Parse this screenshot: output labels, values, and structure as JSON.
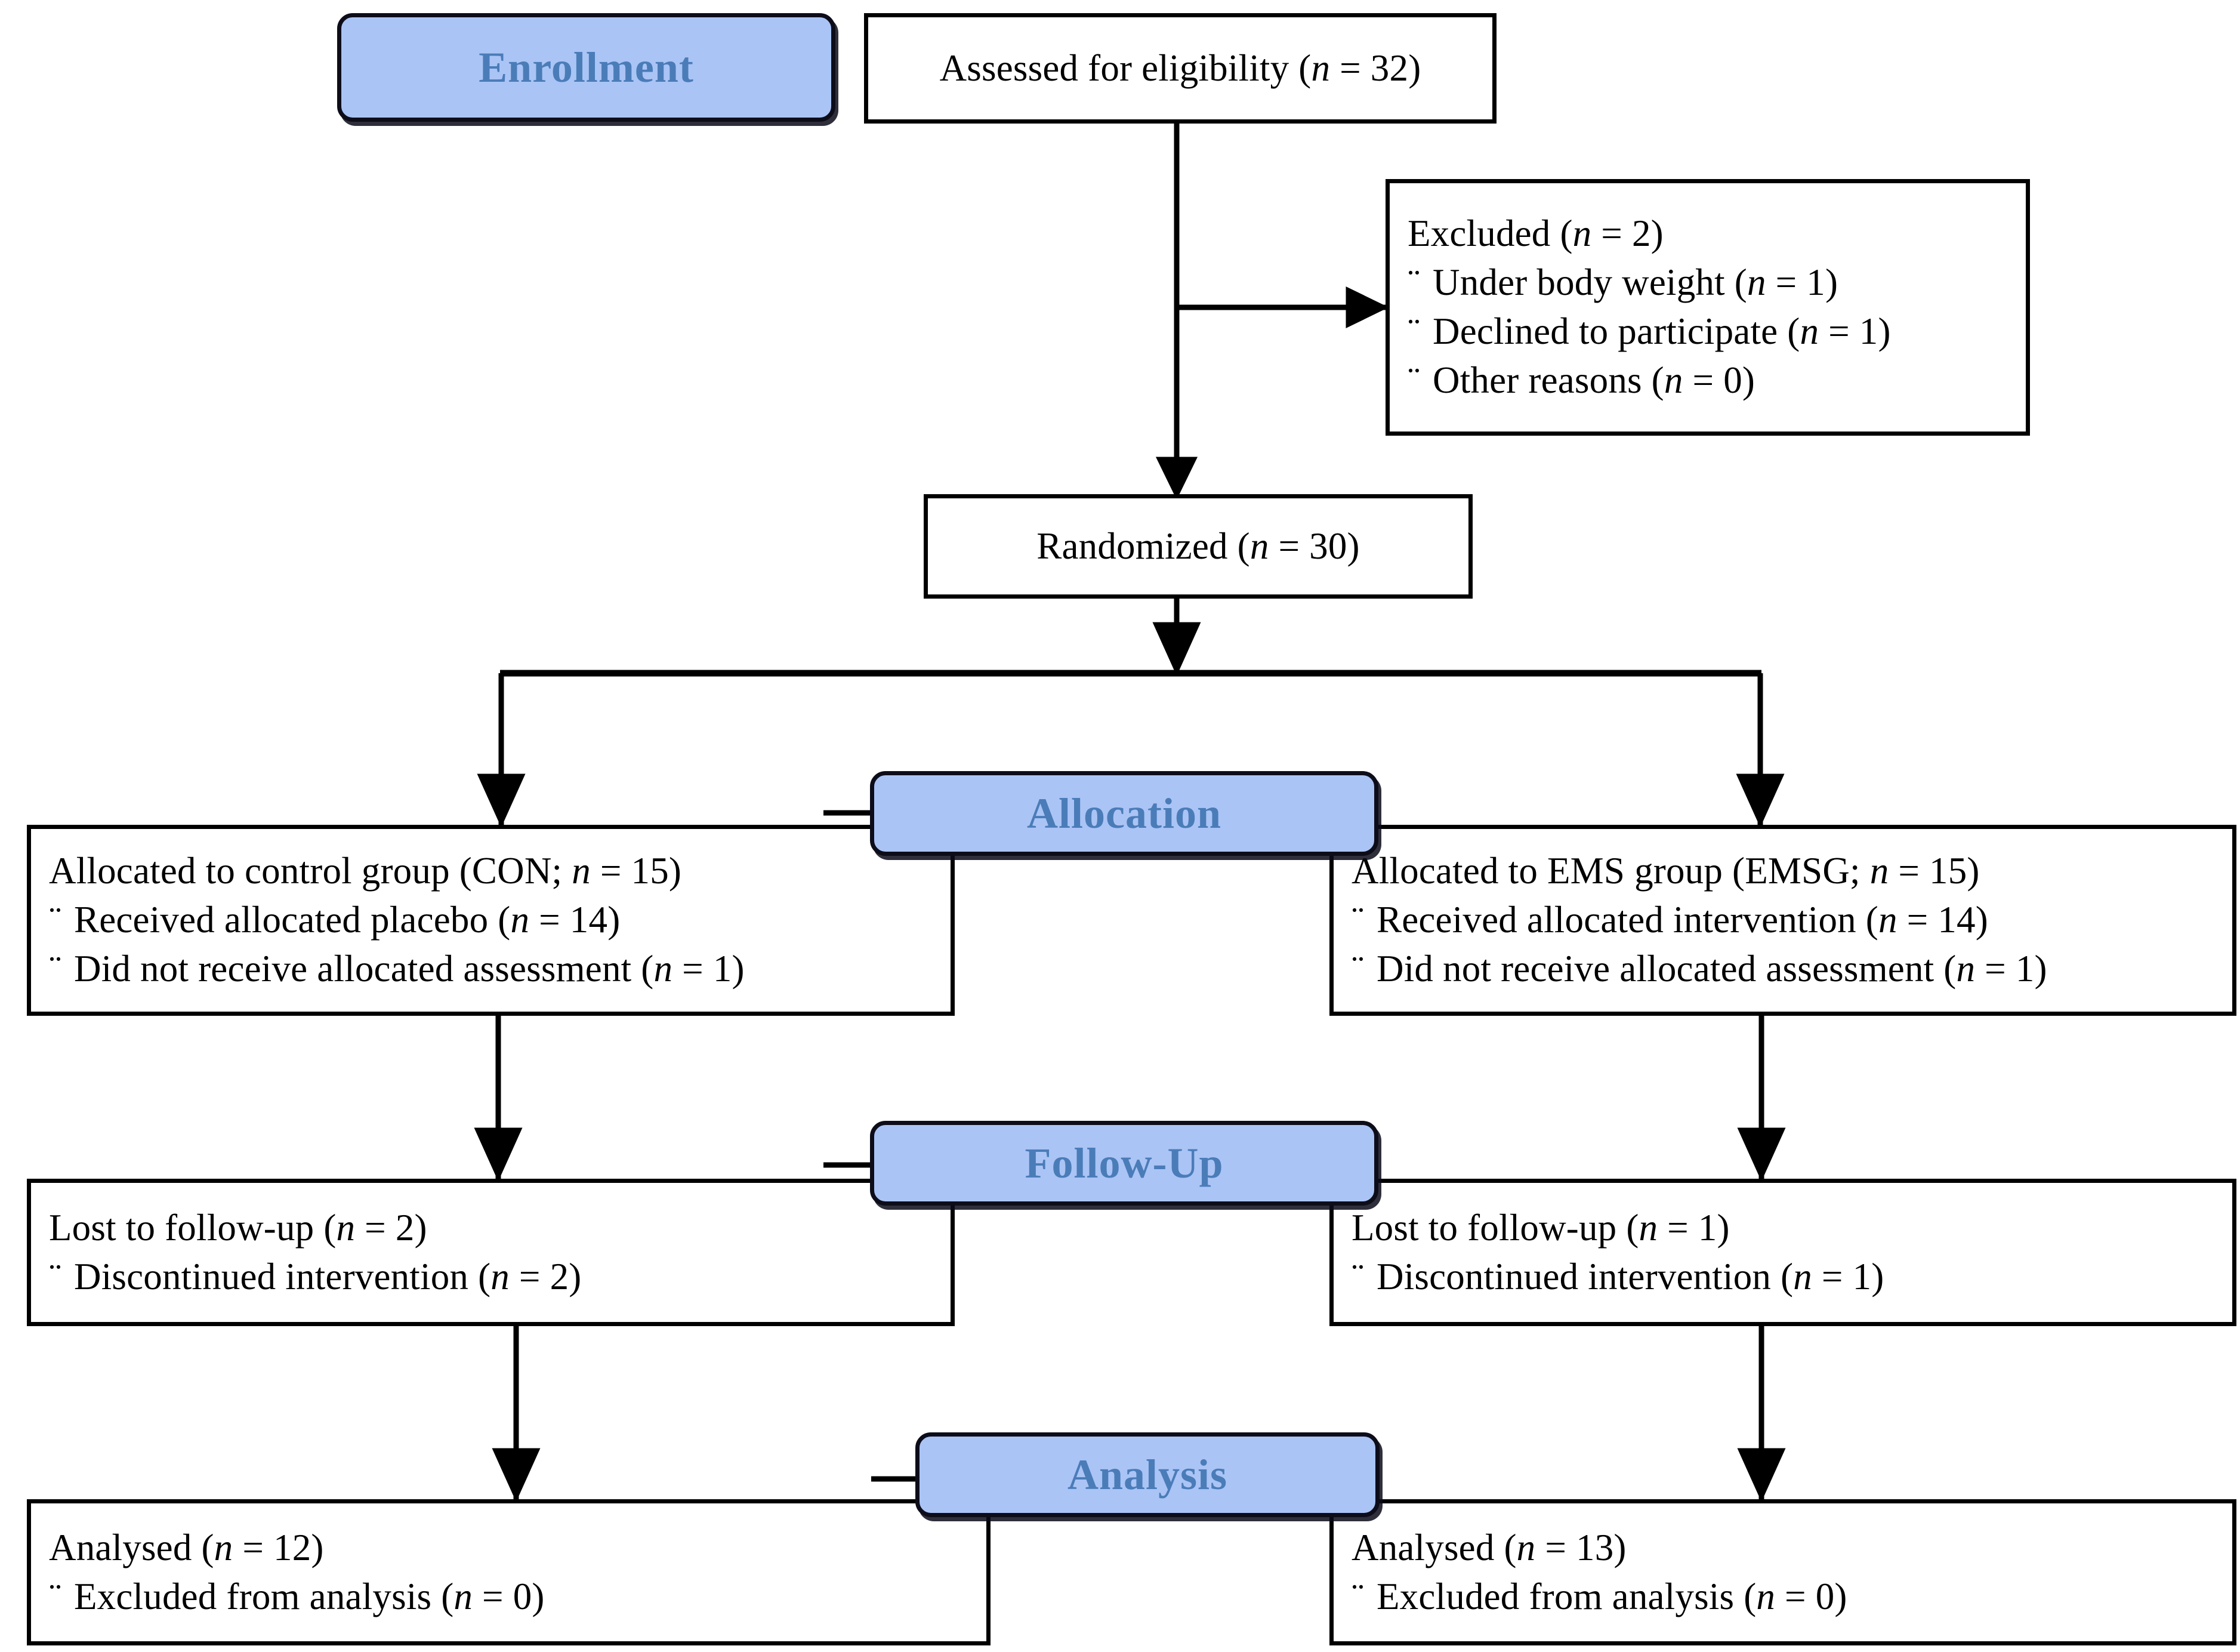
{
  "diagram": {
    "title": "CONSORT participant flow diagram",
    "colors": {
      "banner_fill": "#aac4f5",
      "banner_text": "#4a7cb8",
      "banner_border": "#0d0d1a",
      "box_border": "#000000",
      "box_fill": "#ffffff",
      "connector": "#000000"
    },
    "bullet_glyph": "¨"
  },
  "banners": {
    "enrollment": "Enrollment",
    "allocation": "Allocation",
    "followup": "Follow-Up",
    "analysis": "Analysis"
  },
  "boxes": {
    "assessed": {
      "name": "assessed-for-eligibility",
      "lines": [
        {
          "text_before": "Assessed for eligibility (",
          "italic": "n",
          "text_after": " = 32)",
          "bullet": false
        }
      ]
    },
    "excluded": {
      "name": "excluded",
      "lines": [
        {
          "text_before": "Excluded (",
          "italic": "n",
          "text_after": " = 2)",
          "bullet": false
        },
        {
          "text_before": "Under body weight (",
          "italic": "n",
          "text_after": " = 1)",
          "bullet": true
        },
        {
          "text_before": "Declined to participate (",
          "italic": "n",
          "text_after": " = 1)",
          "bullet": true
        },
        {
          "text_before": "Other reasons (",
          "italic": "n",
          "text_after": " = 0)",
          "bullet": true
        }
      ]
    },
    "randomized": {
      "name": "randomized",
      "lines": [
        {
          "text_before": "Randomized (",
          "italic": "n",
          "text_after": " = 30)",
          "bullet": false
        }
      ]
    },
    "alloc_left": {
      "name": "allocated-control-group",
      "lines": [
        {
          "text_before": "Allocated to control group (CON; ",
          "italic": "n",
          "text_after": " = 15)",
          "bullet": false
        },
        {
          "text_before": "Received allocated placebo (",
          "italic": "n",
          "text_after": " = 14)",
          "bullet": true
        },
        {
          "text_before": "Did not receive allocated assessment (",
          "italic": "n",
          "text_after": " = 1)",
          "bullet": true
        }
      ]
    },
    "alloc_right": {
      "name": "allocated-ems-group",
      "lines": [
        {
          "text_before": "Allocated to EMS group (EMSG; ",
          "italic": "n",
          "text_after": " = 15)",
          "bullet": false
        },
        {
          "text_before": "Received allocated intervention (",
          "italic": "n",
          "text_after": " = 14)",
          "bullet": true
        },
        {
          "text_before": "Did not receive allocated assessment (",
          "italic": "n",
          "text_after": " = 1)",
          "bullet": true
        }
      ]
    },
    "follow_left": {
      "name": "lost-to-follow-up-control",
      "lines": [
        {
          "text_before": "Lost to follow-up (",
          "italic": "n",
          "text_after": " = 2)",
          "bullet": false
        },
        {
          "text_before": "Discontinued intervention (",
          "italic": "n",
          "text_after": " = 2)",
          "bullet": true
        }
      ]
    },
    "follow_right": {
      "name": "lost-to-follow-up-ems",
      "lines": [
        {
          "text_before": "Lost to follow-up (",
          "italic": "n",
          "text_after": " = 1)",
          "bullet": false
        },
        {
          "text_before": "Discontinued intervention (",
          "italic": "n",
          "text_after": " = 1)",
          "bullet": true
        }
      ]
    },
    "analysis_left": {
      "name": "analysed-control",
      "lines": [
        {
          "text_before": "Analysed (",
          "italic": "n",
          "text_after": " = 12)",
          "bullet": false
        },
        {
          "text_before": "Excluded from analysis (",
          "italic": "n",
          "text_after": " = 0)",
          "bullet": true
        }
      ]
    },
    "analysis_right": {
      "name": "analysed-ems",
      "lines": [
        {
          "text_before": "Analysed (",
          "italic": "n",
          "text_after": " = 13)",
          "bullet": false
        },
        {
          "text_before": "Excluded from analysis (",
          "italic": "n",
          "text_after": " = 0)",
          "bullet": true
        }
      ]
    }
  },
  "flow_data": {
    "type": "flowchart",
    "stages": [
      "Enrollment",
      "Allocation",
      "Follow-Up",
      "Analysis"
    ],
    "counts": {
      "assessed_for_eligibility": 32,
      "excluded_total": 2,
      "excluded_under_body_weight": 1,
      "excluded_declined_to_participate": 1,
      "excluded_other_reasons": 0,
      "randomized": 30,
      "control_allocated": 15,
      "control_received_placebo": 14,
      "control_did_not_receive_assessment": 1,
      "ems_allocated": 15,
      "ems_received_intervention": 14,
      "ems_did_not_receive_assessment": 1,
      "control_lost_to_follow_up": 2,
      "control_discontinued": 2,
      "ems_lost_to_follow_up": 1,
      "ems_discontinued": 1,
      "control_analysed": 12,
      "control_excluded_from_analysis": 0,
      "ems_analysed": 13,
      "ems_excluded_from_analysis": 0
    }
  }
}
